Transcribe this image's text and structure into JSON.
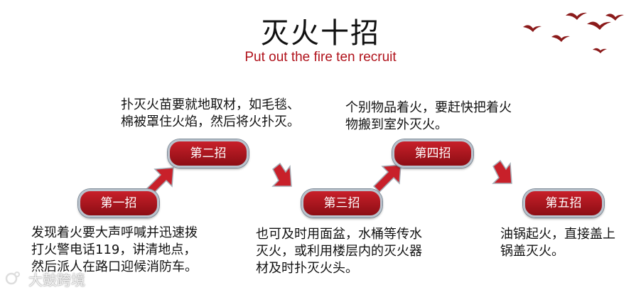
{
  "title": "灭火十招",
  "subtitle": "Put out the fire ten recruit",
  "steps": [
    {
      "label": "第一招",
      "lines": [
        "发现着火要大声呼喊并迅速拨",
        "打火警电话119，讲清地点，",
        "然后派人在路口迎候消防车。"
      ]
    },
    {
      "label": "第二招",
      "lines": [
        "扑灭火苗要就地取材，如毛毯、",
        "棉被罩住火焰，然后将火扑灭。"
      ]
    },
    {
      "label": "第三招",
      "lines": [
        "也可及时用面盆，水桶等传水",
        "灭火，或利用楼层内的灭火器",
        "材及时扑灭火头。"
      ]
    },
    {
      "label": "第四招",
      "lines": [
        "个别物品着火，要赶快把着火",
        "物搬到室外灭火。"
      ]
    },
    {
      "label": "第五招",
      "lines": [
        "油锅起火，直接盖上",
        "锅盖灭火。"
      ]
    }
  ],
  "watermark": "大鼓跨境",
  "colors": {
    "accent": "#b0121b",
    "button": "#c8202a",
    "arrow": "#c8202a"
  },
  "icons": [
    "birds-icon",
    "arrow-up-right-icon",
    "arrow-down-right-icon"
  ]
}
